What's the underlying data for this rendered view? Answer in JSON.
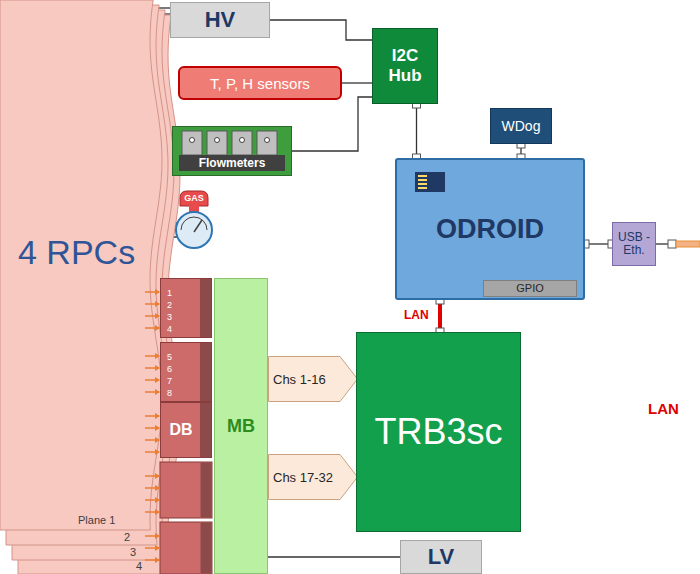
{
  "diagram": {
    "nodes": [
      {
        "text": [
          "4 RPCs",
          "Plane 1"
        ]
      },
      {
        "text": [
          "2"
        ]
      },
      {
        "text": [
          "3"
        ]
      },
      {
        "text": [
          "4"
        ]
      },
      {
        "text": [
          "HV"
        ]
      },
      {
        "text": [
          "T, P, H sensors"
        ]
      },
      {
        "text": [
          "Flowmeters"
        ]
      },
      {
        "text": [
          "GAS"
        ]
      },
      {
        "text": [
          "I2C Hub"
        ]
      },
      {
        "text": [
          "WDog"
        ]
      },
      {
        "text": [
          "ODROID"
        ]
      },
      {
        "text": [
          "GPIO"
        ],
        "in": 10
      },
      {
        "text": [
          "USB - Eth."
        ]
      },
      {
        "text": [
          "1",
          "2",
          "3",
          "4"
        ]
      },
      {
        "text": [
          "5",
          "6",
          "7",
          "8"
        ]
      },
      {
        "text": [
          "DB"
        ]
      },
      {
        "text": [
          "MB"
        ]
      },
      {
        "text": [
          "Chs 1-16"
        ]
      },
      {
        "text": [
          "Chs 17-32"
        ]
      },
      {
        "text": [
          "TRB3sc"
        ]
      },
      {
        "text": [
          "LV"
        ]
      }
    ],
    "edges": [
      {
        "from": 0,
        "to": 4,
        "arrow": "none"
      },
      {
        "from": 0,
        "to": 6,
        "arrow": "none"
      },
      {
        "from": 0,
        "to": 7,
        "arrow": "none"
      },
      {
        "from": 4,
        "to": 8,
        "arrow": "none"
      },
      {
        "from": 5,
        "to": 8,
        "arrow": "none"
      },
      {
        "from": 6,
        "to": 8,
        "arrow": "none"
      },
      {
        "from": 8,
        "to": 10,
        "arrow": "none"
      },
      {
        "from": 9,
        "to": 10,
        "arrow": "none"
      },
      {
        "from": 10,
        "to": 12,
        "arrow": "none"
      },
      {
        "from": 10,
        "to": 19,
        "label": "LAN",
        "arrow": "none"
      },
      {
        "from": 16,
        "to": 20,
        "arrow": "none"
      }
    ],
    "labels": [
      "LAN"
    ]
  }
}
